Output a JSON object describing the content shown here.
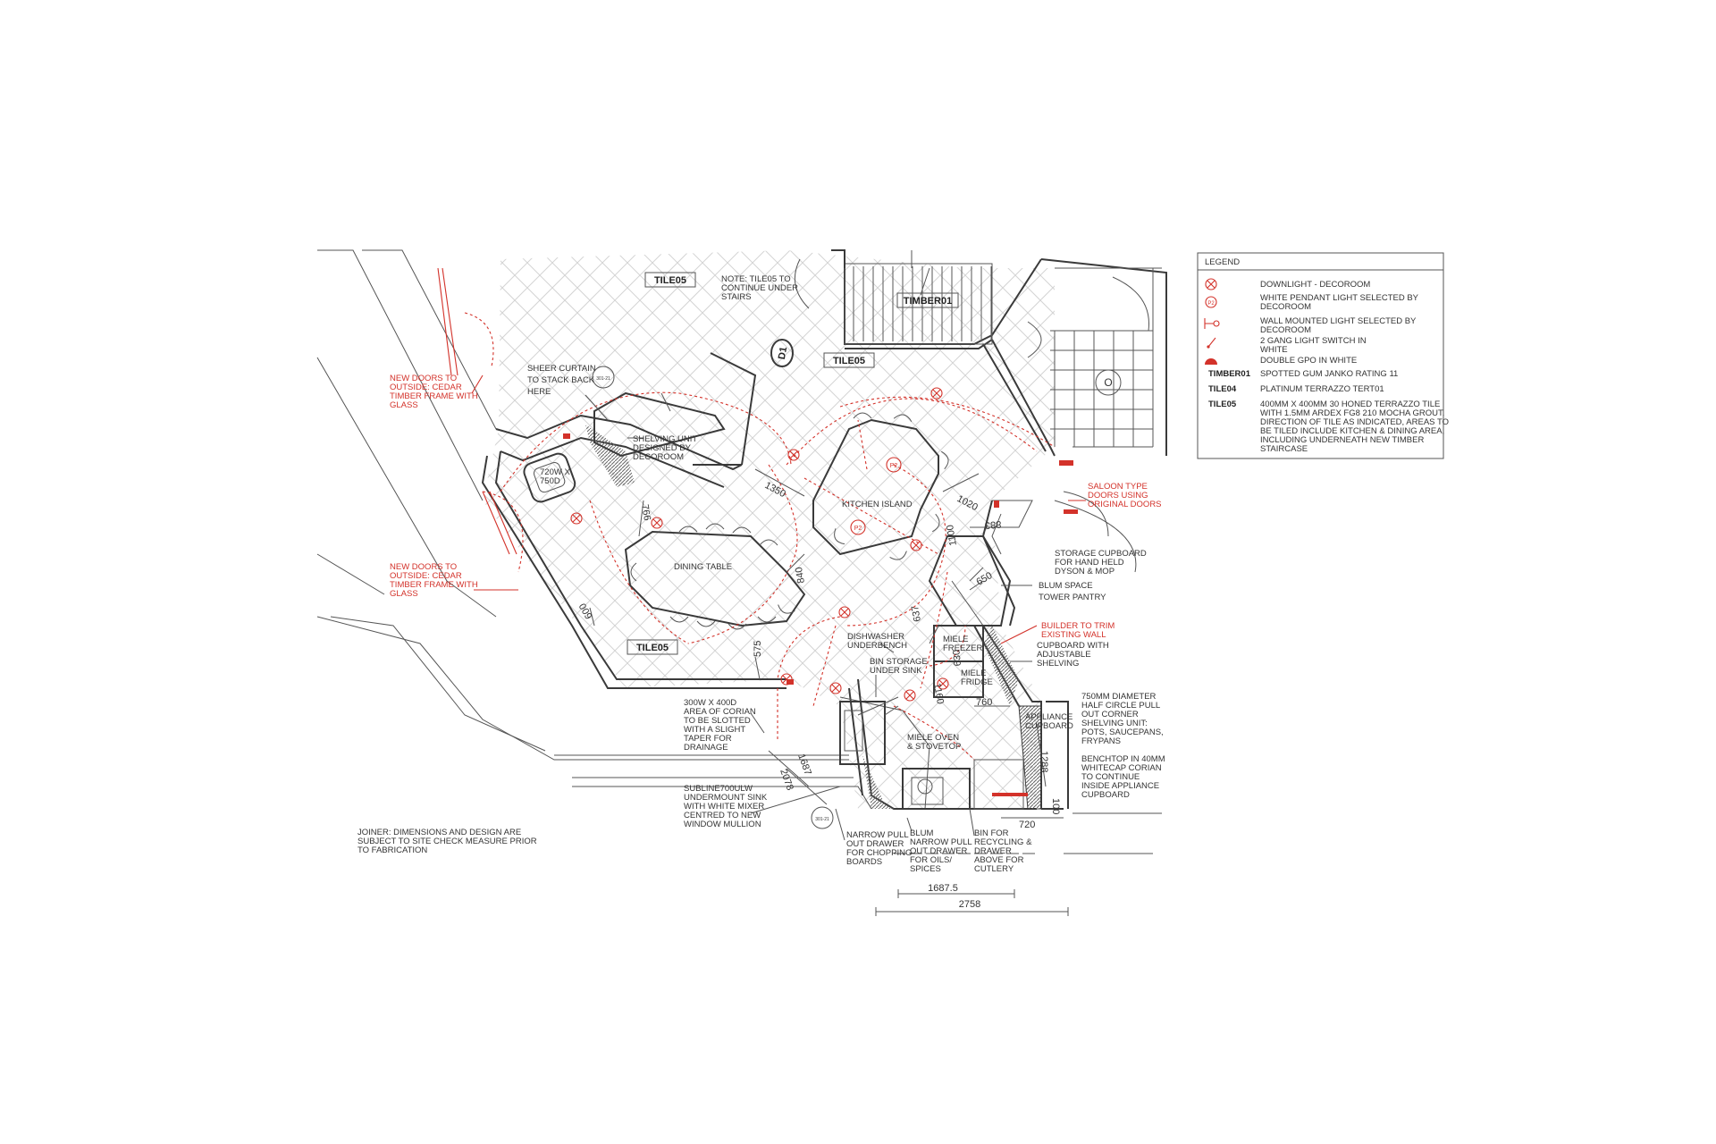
{
  "tiles": {
    "tile05_top": "TILE05",
    "tile05_bottom": "TILE05",
    "tile05_island": "TILE05",
    "timber01": "TIMBER01"
  },
  "door_tag": "D1",
  "notes": {
    "stairs_note": [
      "NOTE: TILE05 TO",
      "CONTINUE UNDER",
      "STAIRS"
    ],
    "sheer_curtain": [
      "SHEER CURTAIN",
      "TO STACK BACK",
      "HERE"
    ],
    "shelving_unit": [
      "SHELVING UNIT",
      "DESIGNED BY",
      "DECOROOM"
    ],
    "chair_size": [
      "720W X",
      "750D"
    ],
    "kitchen_island": "KITCHEN ISLAND",
    "dining_table": "DINING TABLE",
    "storage_cupboard": [
      "STORAGE CUPBOARD",
      "FOR HAND HELD",
      "DYSON & MOP"
    ],
    "blum_space": "BLUM SPACE",
    "tower_pantry": "TOWER PANTRY",
    "cupboard_shelving": [
      "CUPBOARD WITH",
      "ADJUSTABLE",
      "SHELVING"
    ],
    "miele_freezer": [
      "MIELE",
      "FREEZER"
    ],
    "miele_fridge": [
      "MIELE",
      "FRIDGE"
    ],
    "dishwasher": [
      "DISHWASHER",
      "UNDERBENCH"
    ],
    "bin_storage": [
      "BIN STORAGE",
      "UNDER SINK"
    ],
    "corner_unit": [
      "750MM DIAMETER",
      "HALF CIRCLE PULL",
      "OUT CORNER",
      "SHELVING UNIT:",
      "POTS, SAUCEPANS,",
      "FRYPANS"
    ],
    "appliance_cupboard": [
      "APPLIANCE",
      "CUPBOARD"
    ],
    "benchtop": [
      "BENCHTOP IN 40MM",
      "WHITECAP CORIAN",
      "TO CONTINUE",
      "INSIDE APPLIANCE",
      "CUPBOARD"
    ],
    "miele_oven": [
      "MIELE OVEN",
      "& STOVETOP"
    ],
    "corian_area": [
      "300W X 400D",
      "AREA OF CORIAN",
      "TO BE SLOTTED",
      "WITH A SLIGHT",
      "TAPER FOR",
      "DRAINAGE"
    ],
    "sink": [
      "SUBLINE700ULW",
      "UNDERMOUNT SINK",
      "WITH WHITE MIXER",
      "CENTRED TO NEW",
      "WINDOW MULLION"
    ],
    "joiner": [
      "JOINER: DIMENSIONS AND DESIGN ARE",
      "SUBJECT TO SITE CHECK MEASURE PRIOR",
      "TO FABRICATION"
    ],
    "narrow_drawer": [
      "NARROW PULL",
      "OUT DRAWER",
      "FOR CHOPPING",
      "BOARDS"
    ],
    "blum_drawer": [
      "BLUM",
      "NARROW PULL",
      "OUT DRAWER",
      "FOR OILS/",
      "SPICES"
    ],
    "recycling": [
      "BIN FOR",
      "RECYCLING &",
      "DRAWER",
      "ABOVE FOR",
      "CUTLERY"
    ]
  },
  "red_notes": {
    "new_doors_top": [
      "NEW DOORS TO",
      "OUTSIDE: CEDAR",
      "TIMBER FRAME WITH",
      "GLASS"
    ],
    "new_doors_bottom": [
      "NEW DOORS TO",
      "OUTSIDE: CEDAR",
      "TIMBER FRAME WITH",
      "GLASS"
    ],
    "saloon_doors": [
      "SALOON TYPE",
      "DOORS USING",
      "ORIGINAL DOORS"
    ],
    "builder_trim": [
      "BUILDER TO TRIM",
      "EXISTING WALL"
    ]
  },
  "dimensions": {
    "d1350": "1350",
    "d1020": "1020",
    "d766": "766",
    "d840": "840",
    "d600": "600",
    "d575": "575",
    "d650": "650",
    "d1100": "1100",
    "d883": "883",
    "d637": "637",
    "d1160": "1160",
    "d630": "630",
    "d760": "760",
    "d1288": "1288",
    "d100": "100",
    "d720": "720",
    "d1687": "1687",
    "d2078": "2078",
    "d1687_5": "1687.5",
    "d2758": "2758"
  },
  "section_refs": {
    "sheer": "301-21",
    "sink": "301-21"
  },
  "pendant_tags": [
    "P2",
    "P2",
    "P2"
  ],
  "stair_circle": "O",
  "legend": {
    "title": "LEGEND",
    "rows": [
      {
        "symbol": "downlight-icon",
        "label": [
          "DOWNLIGHT - DECOROOM"
        ]
      },
      {
        "symbol": "pendant-icon",
        "label": [
          "WHITE PENDANT LIGHT SELECTED BY",
          "DECOROOM"
        ]
      },
      {
        "symbol": "wall-light-icon",
        "label": [
          "WALL MOUNTED LIGHT SELECTED BY",
          "DECOROOM"
        ]
      },
      {
        "symbol": "switch-icon",
        "label": [
          "2 GANG LIGHT SWITCH IN",
          "WHITE"
        ]
      },
      {
        "symbol": "gpo-icon",
        "label": [
          "DOUBLE GPO IN WHITE"
        ]
      }
    ],
    "pendant_tag": "P2",
    "materials": [
      {
        "code": "TIMBER01",
        "label": [
          "SPOTTED GUM JANKO RATING 11"
        ]
      },
      {
        "code": "TILE04",
        "label": [
          "PLATINUM TERRAZZO TERT01"
        ]
      },
      {
        "code": "TILE05",
        "label": [
          "400MM X 400MM 30 HONED TERRAZZO TILE",
          "WITH 1.5MM ARDEX FG8 210 MOCHA GROUT.",
          "DIRECTION OF TILE AS INDICATED, AREAS TO",
          "BE TILED INCLUDE KITCHEN & DINING AREA,",
          "INCLUDING UNDERNEATH NEW TIMBER",
          "STAIRCASE"
        ]
      }
    ]
  },
  "colors": {
    "ink": "#3a3a3a",
    "red": "#d3322a",
    "grid": "#d4d4d4"
  }
}
